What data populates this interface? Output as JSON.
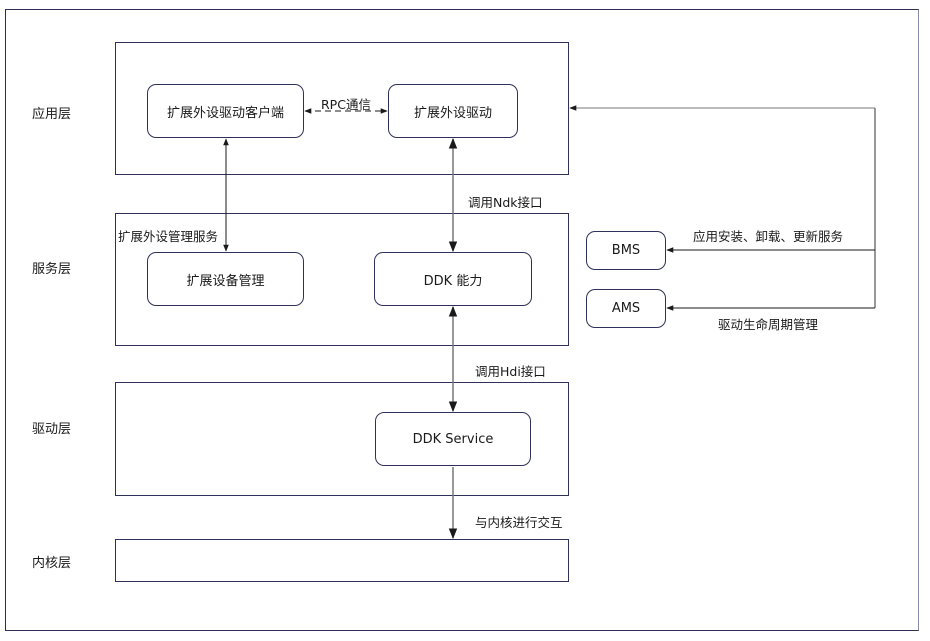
{
  "diagram": {
    "layers": [
      {
        "id": "app",
        "label": "应用层"
      },
      {
        "id": "service",
        "label": "服务层"
      },
      {
        "id": "driver",
        "label": "驱动层"
      },
      {
        "id": "kernel",
        "label": "内核层"
      }
    ],
    "group_labels": {
      "service_group": "扩展外设管理服务"
    },
    "nodes": {
      "ext_driver_client": "扩展外设驱动客户端",
      "ext_driver": "扩展外设驱动",
      "ext_device_mgmt": "扩展设备管理",
      "ddk_capability": "DDK 能力",
      "ddk_service": "DDK Service",
      "bms": "BMS",
      "ams": "AMS"
    },
    "edges": [
      {
        "from": "ext_driver_client",
        "to": "ext_driver",
        "label": "RPC通信",
        "style": "dashed",
        "direction": "both"
      },
      {
        "from": "ext_driver_client",
        "to": "ext_device_mgmt",
        "label": "",
        "style": "solid",
        "direction": "both"
      },
      {
        "from": "ext_driver",
        "to": "ddk_capability",
        "label": "调用Ndk接口",
        "style": "solid",
        "direction": "both"
      },
      {
        "from": "ddk_capability",
        "to": "ddk_service",
        "label": "调用Hdi接口",
        "style": "solid",
        "direction": "both"
      },
      {
        "from": "ddk_service",
        "to": "kernel",
        "label": "与内核进行交互",
        "style": "solid",
        "direction": "forward"
      },
      {
        "from": "bus",
        "to": "bms",
        "label": "应用安装、卸载、更新服务",
        "style": "solid",
        "direction": "forward"
      },
      {
        "from": "bus",
        "to": "ams",
        "label": "驱动生命周期管理",
        "style": "solid",
        "direction": "forward"
      },
      {
        "from": "bus",
        "to": "app_layer",
        "label": "",
        "style": "solid",
        "direction": "forward"
      }
    ],
    "edge_labels": {
      "rpc": "RPC通信",
      "ndk": "调用Ndk接口",
      "hdi": "调用Hdi接口",
      "kernel": "与内核进行交互",
      "bms": "应用安装、卸载、更新服务",
      "ams": "驱动生命周期管理"
    },
    "colors": {
      "border": "#2e3258",
      "line": "#1a1a1a",
      "line_gray": "#777777"
    }
  }
}
